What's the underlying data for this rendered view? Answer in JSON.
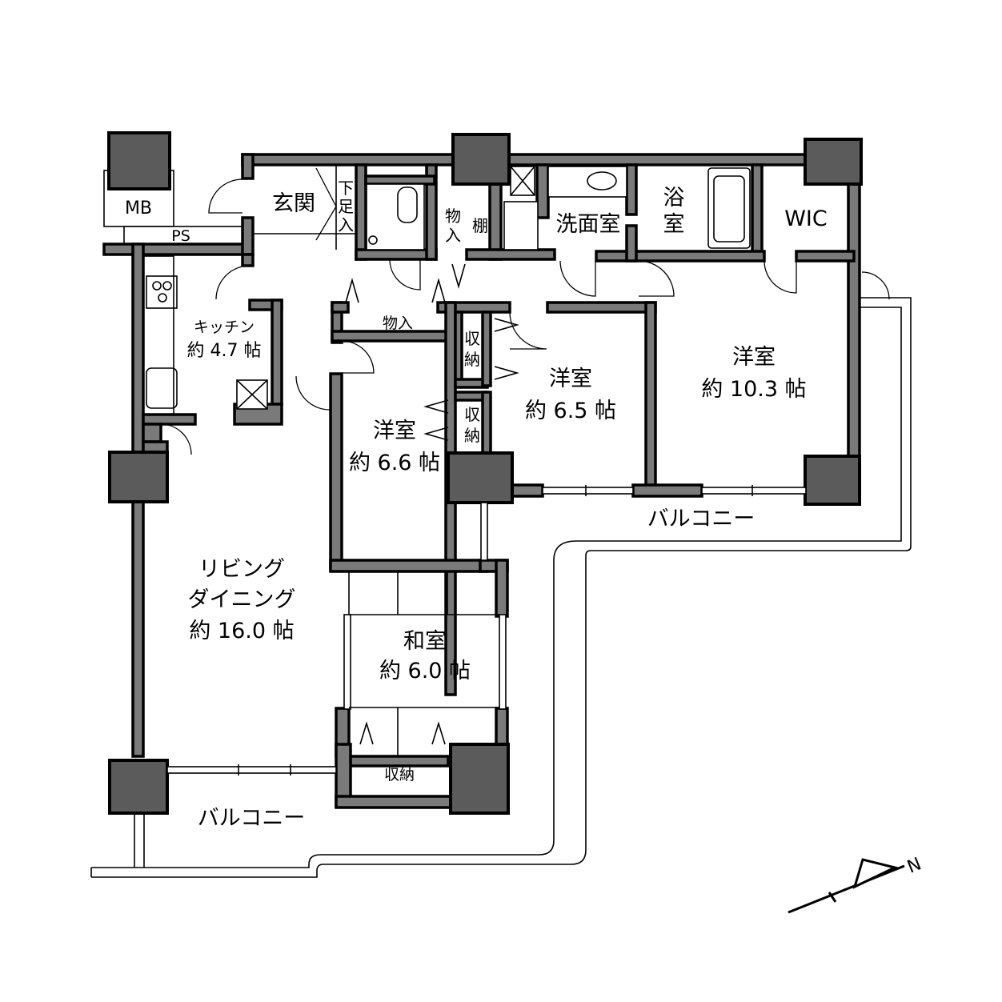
{
  "labels": {
    "mb": "MB",
    "ps": "PS",
    "genkan": "玄関",
    "shita": "下",
    "soku": "足",
    "nyu": "入",
    "mono": "物",
    "monoiri_nyu": "入",
    "tana": "棚",
    "senmen": "洗面室",
    "yoku": "浴",
    "shitsu": "室",
    "wic": "WIC",
    "monoiri": "物入",
    "kitchen": "キッチン",
    "kitchen_size": "約 4.7 帖",
    "shu1": "収",
    "nou1": "納",
    "shu2": "収",
    "nou2": "納",
    "room65": "洋室",
    "room65_size": "約 6.5 帖",
    "room103": "洋室",
    "room103_size": "約 10.3 帖",
    "room66": "洋室",
    "room66_size": "約 6.6 帖",
    "balcony_right": "バルコニー",
    "ld1": "リビング",
    "ld2": "ダイニング",
    "ld_size": "約 16.0 帖",
    "washitsu": "和室",
    "washitsu_size": "約 6.0 帖",
    "shuno": "収納",
    "balcony_bottom": "バルコニー",
    "north": "N"
  }
}
